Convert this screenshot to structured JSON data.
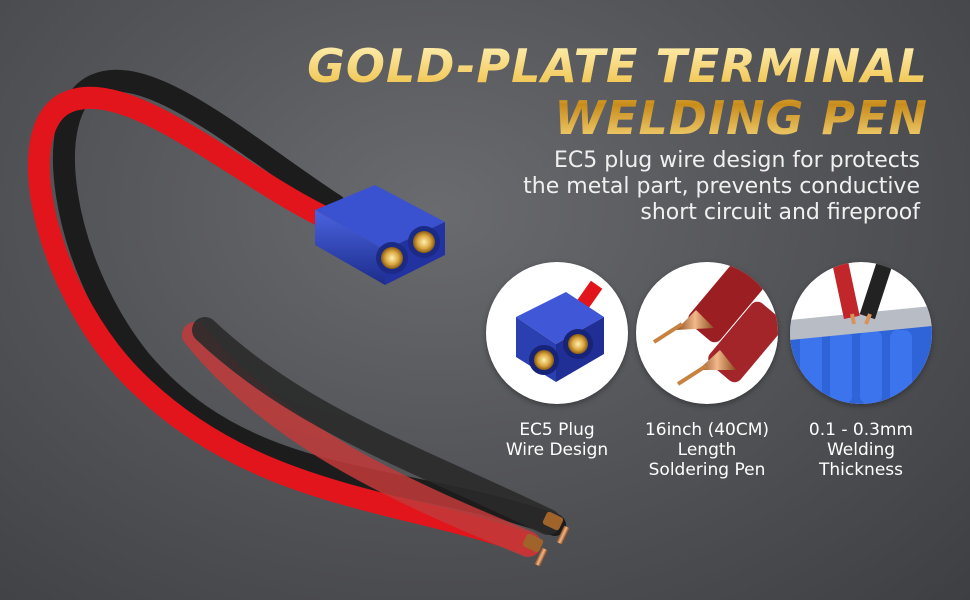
{
  "headline": {
    "line1": "GOLD-PLATE TERMINAL",
    "line2": "WELDING PEN"
  },
  "subtext": {
    "line1": "EC5 plug wire design for protects",
    "line2": "the metal part, prevents conductive",
    "line3": "short circuit and fireproof"
  },
  "features": [
    {
      "icon": "ec5-plug-closeup",
      "line1": "EC5 Plug",
      "line2": "Wire Design",
      "line3": ""
    },
    {
      "icon": "pen-tips-closeup",
      "line1": "16inch (40CM)",
      "line2": "Length",
      "line3": "Soldering Pen"
    },
    {
      "icon": "battery-welding-closeup",
      "line1": "0.1 - 0.3mm",
      "line2": "Welding",
      "line3": "Thickness"
    }
  ],
  "colors": {
    "background": "#55565a",
    "headline_gold": "#f2c95a",
    "wire_red": "#e0141b",
    "wire_black": "#1e1e1e",
    "connector_blue": "#2a3fb0",
    "copper_tip": "#d9935a"
  }
}
